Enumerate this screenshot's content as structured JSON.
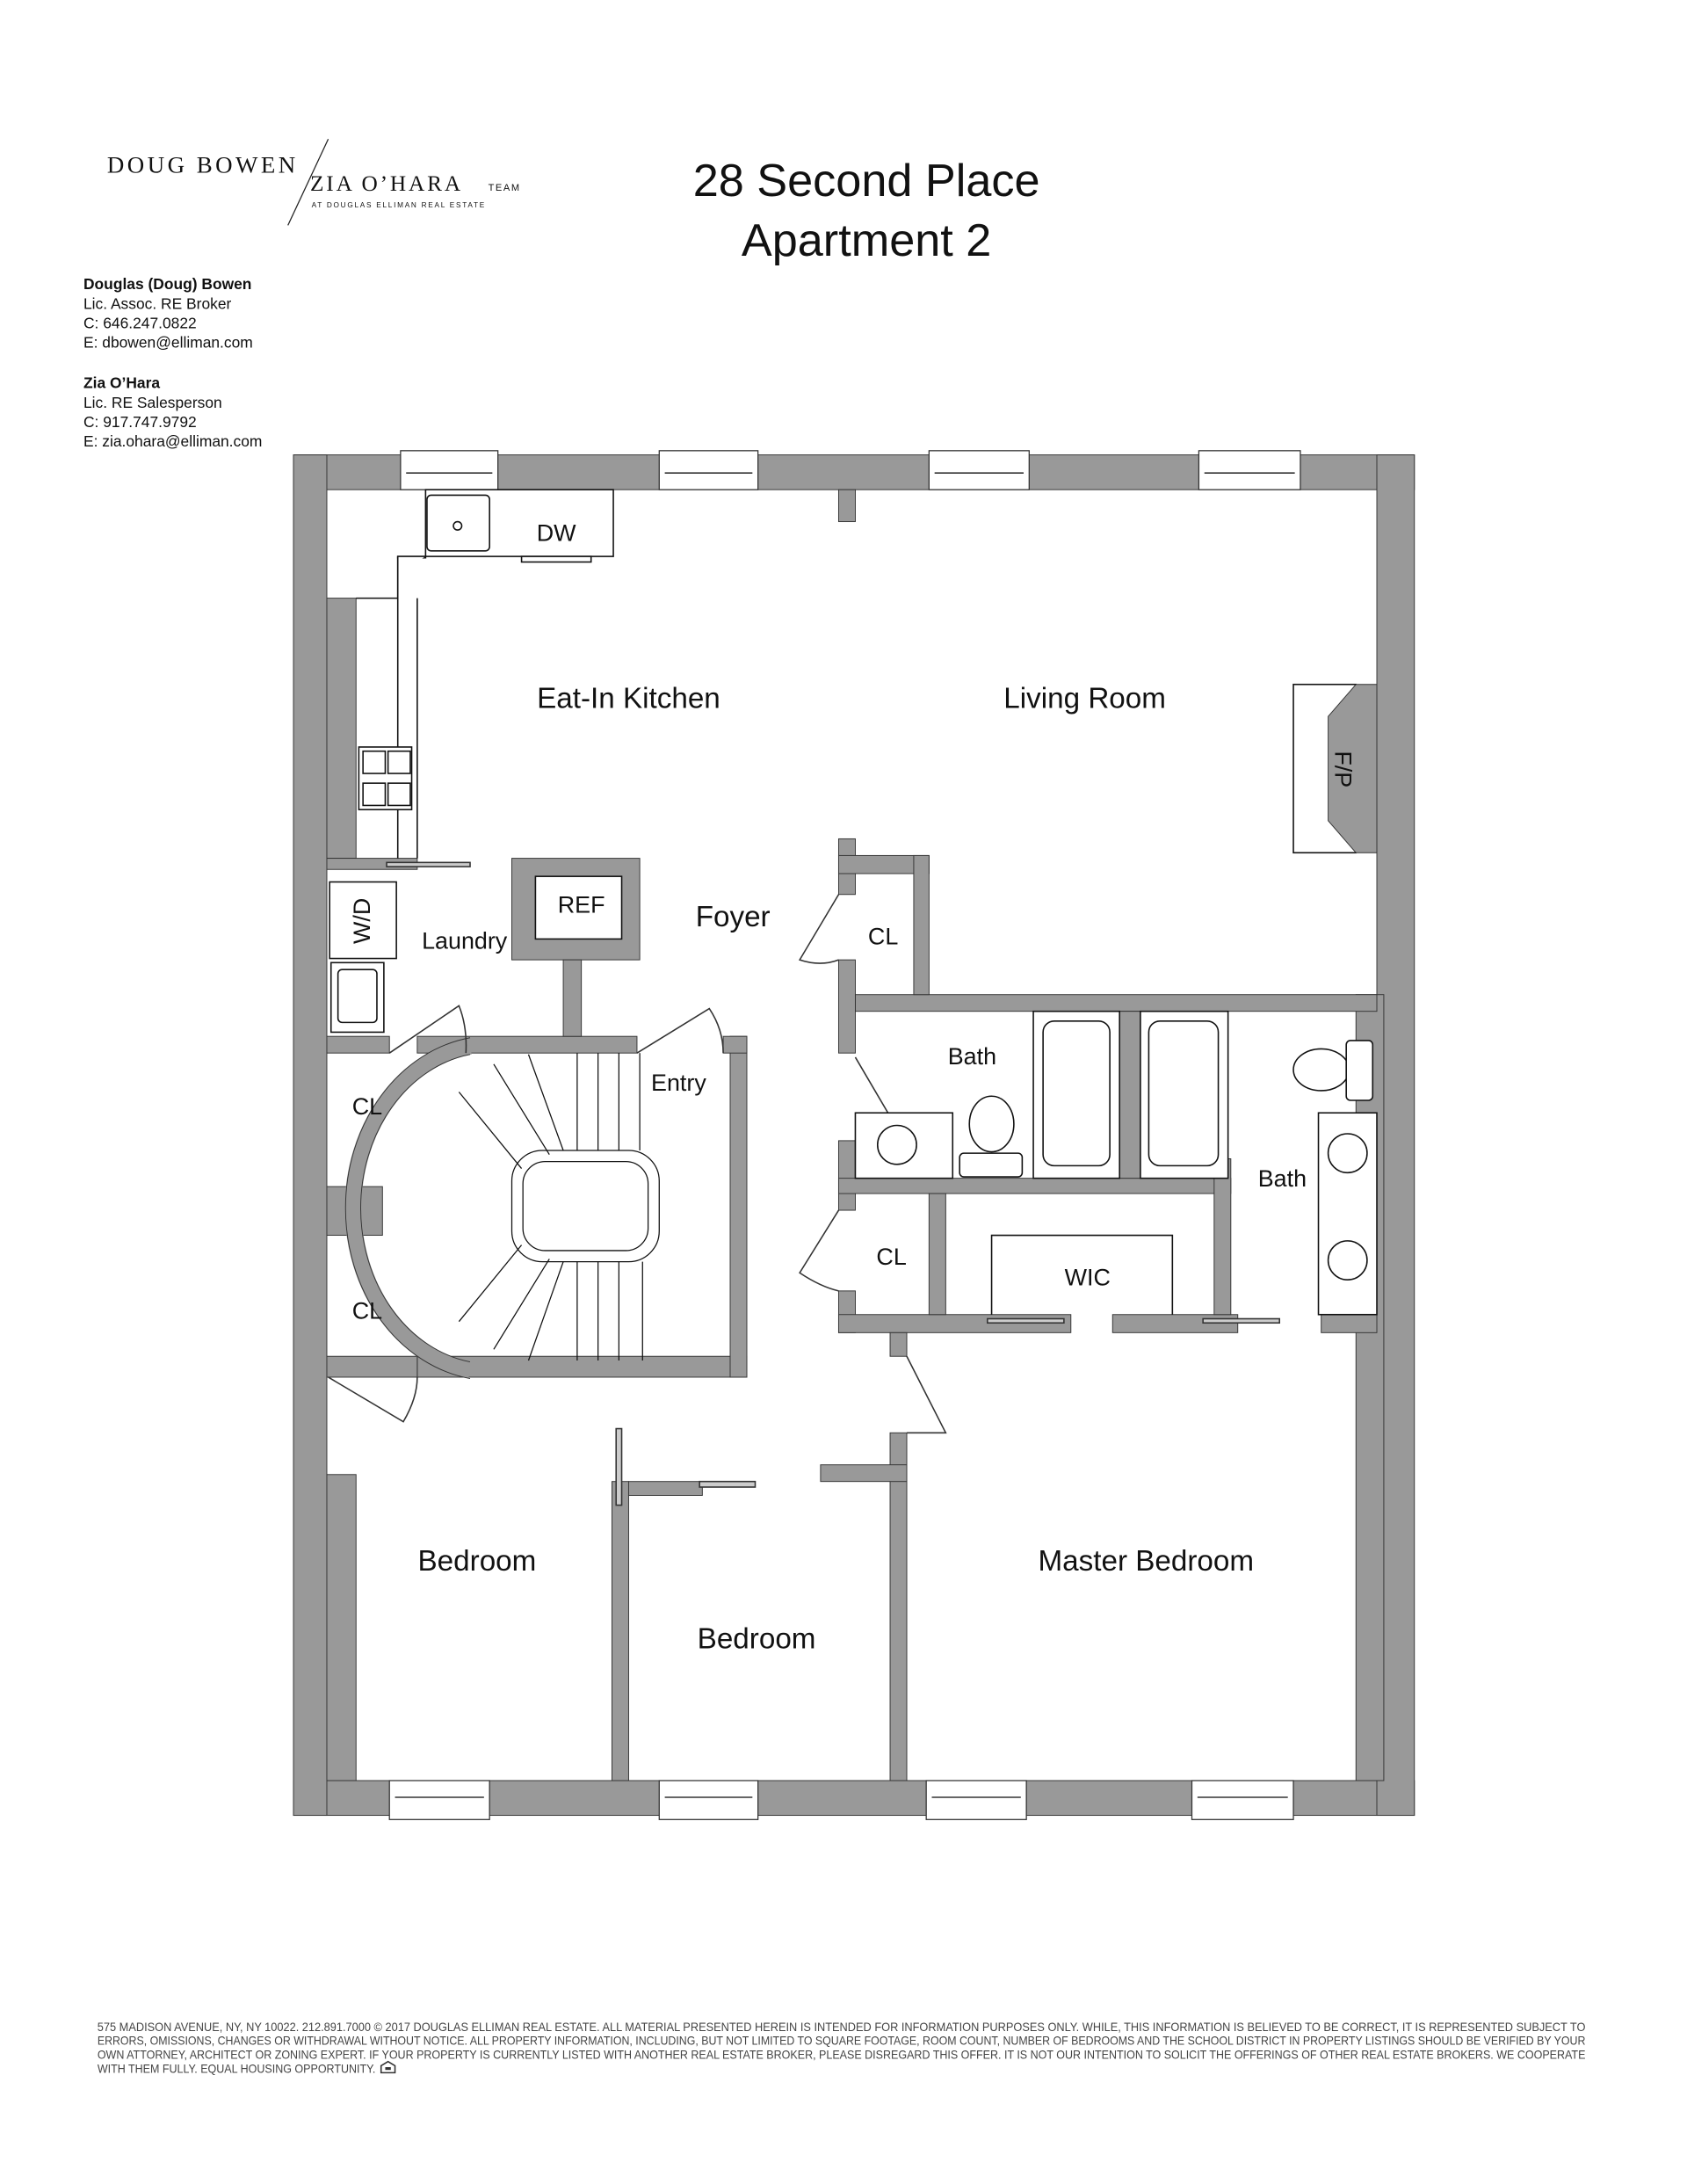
{
  "logo": {
    "line1": "DOUG BOWEN",
    "line2": "ZIA O’HARA",
    "team": "TEAM",
    "sub": "AT DOUGLAS ELLIMAN REAL ESTATE"
  },
  "title": {
    "line1": "28 Second Place",
    "line2": "Apartment 2"
  },
  "agents": [
    {
      "name": "Douglas (Doug) Bowen",
      "license": "Lic. Assoc. RE Broker",
      "phone": "C: 646.247.0822",
      "email": "E: dbowen@elliman.com"
    },
    {
      "name": "Zia O’Hara",
      "license": "Lic. RE Salesperson",
      "phone": "C: 917.747.9792",
      "email": "E: zia.ohara@elliman.com"
    }
  ],
  "rooms": {
    "kitchen": "Eat-In Kitchen",
    "living": "Living Room",
    "fp": "F/P",
    "dw": "DW",
    "ref": "REF",
    "foyer": "Foyer",
    "wd": "W/D",
    "laundry": "Laundry",
    "cl": "CL",
    "entry": "Entry",
    "bath": "Bath",
    "wic": "WIC",
    "bedroom": "Bedroom",
    "master": "Master Bedroom"
  },
  "footer": [
    "575 MADISON AVENUE, NY, NY 10022. 212.891.7000 © 2017 DOUGLAS ELLIMAN REAL ESTATE. ALL MATERIAL PRESENTED HEREIN IS INTENDED FOR INFORMATION PURPOSES ONLY. WHILE, THIS INFORMATION IS BELIEVED TO BE CORRECT, IT IS REPRESENTED SUBJECT TO",
    "ERRORS, OMISSIONS, CHANGES OR WITHDRAWAL WITHOUT NOTICE. ALL PROPERTY INFORMATION, INCLUDING, BUT NOT LIMITED TO SQUARE FOOTAGE, ROOM COUNT, NUMBER OF BEDROOMS AND THE SCHOOL DISTRICT IN PROPERTY LISTINGS SHOULD BE VERIFIED BY YOUR",
    "OWN ATTORNEY, ARCHITECT OR ZONING EXPERT. IF YOUR PROPERTY IS CURRENTLY LISTED WITH ANOTHER REAL ESTATE BROKER, PLEASE DISREGARD THIS OFFER. IT IS NOT OUR INTENTION TO SOLICIT THE OFFERINGS OF OTHER REAL ESTATE BROKERS. WE COOPERATE",
    "WITH THEM FULLY. EQUAL HOUSING OPPORTUNITY."
  ]
}
